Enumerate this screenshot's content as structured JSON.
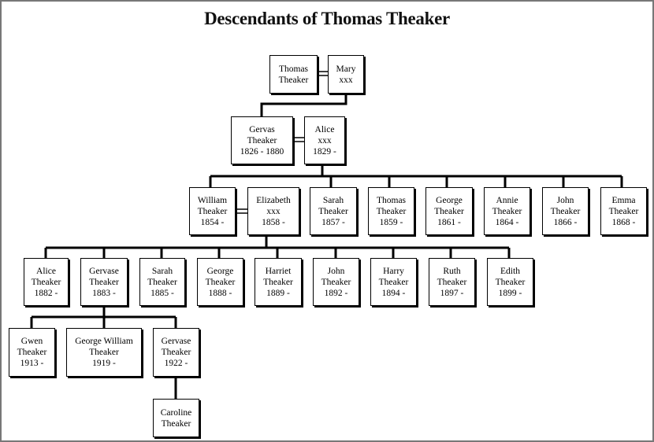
{
  "title": "Descendants of Thomas Theaker",
  "people": {
    "thomas_sr": [
      "Thomas",
      "Theaker"
    ],
    "mary": [
      "Mary",
      "xxx"
    ],
    "gervas": [
      "Gervas",
      "Theaker",
      "1826 - 1880"
    ],
    "alice_sr": [
      "Alice",
      "xxx",
      "1829 -"
    ],
    "william": [
      "William",
      "Theaker",
      "1854 -"
    ],
    "elizabeth": [
      "Elizabeth",
      "xxx",
      "1858 -"
    ],
    "sarah_1857": [
      "Sarah",
      "Theaker",
      "1857 -"
    ],
    "thomas_1859": [
      "Thomas",
      "Theaker",
      "1859 -"
    ],
    "george_1861": [
      "George",
      "Theaker",
      "1861 -"
    ],
    "annie": [
      "Annie",
      "Theaker",
      "1864 -"
    ],
    "john_1866": [
      "John",
      "Theaker",
      "1866 -"
    ],
    "emma": [
      "Emma",
      "Theaker",
      "1868 -"
    ],
    "alice_1882": [
      "Alice",
      "Theaker",
      "1882 -"
    ],
    "gervase_1883": [
      "Gervase",
      "Theaker",
      "1883 -"
    ],
    "sarah_1885": [
      "Sarah",
      "Theaker",
      "1885 -"
    ],
    "george_1888": [
      "George",
      "Theaker",
      "1888 -"
    ],
    "harriet": [
      "Harriet",
      "Theaker",
      "1889 -"
    ],
    "john_1892": [
      "John",
      "Theaker",
      "1892 -"
    ],
    "harry": [
      "Harry",
      "Theaker",
      "1894 -"
    ],
    "ruth": [
      "Ruth",
      "Theaker",
      "1897 -"
    ],
    "edith": [
      "Edith",
      "Theaker",
      "1899 -"
    ],
    "gwen": [
      "Gwen",
      "Theaker",
      "1913 -"
    ],
    "george_william": [
      "George William",
      "Theaker",
      "1919 -"
    ],
    "gervase_1922": [
      "Gervase",
      "Theaker",
      "1922 -"
    ],
    "caroline": [
      "Caroline",
      "Theaker"
    ]
  }
}
